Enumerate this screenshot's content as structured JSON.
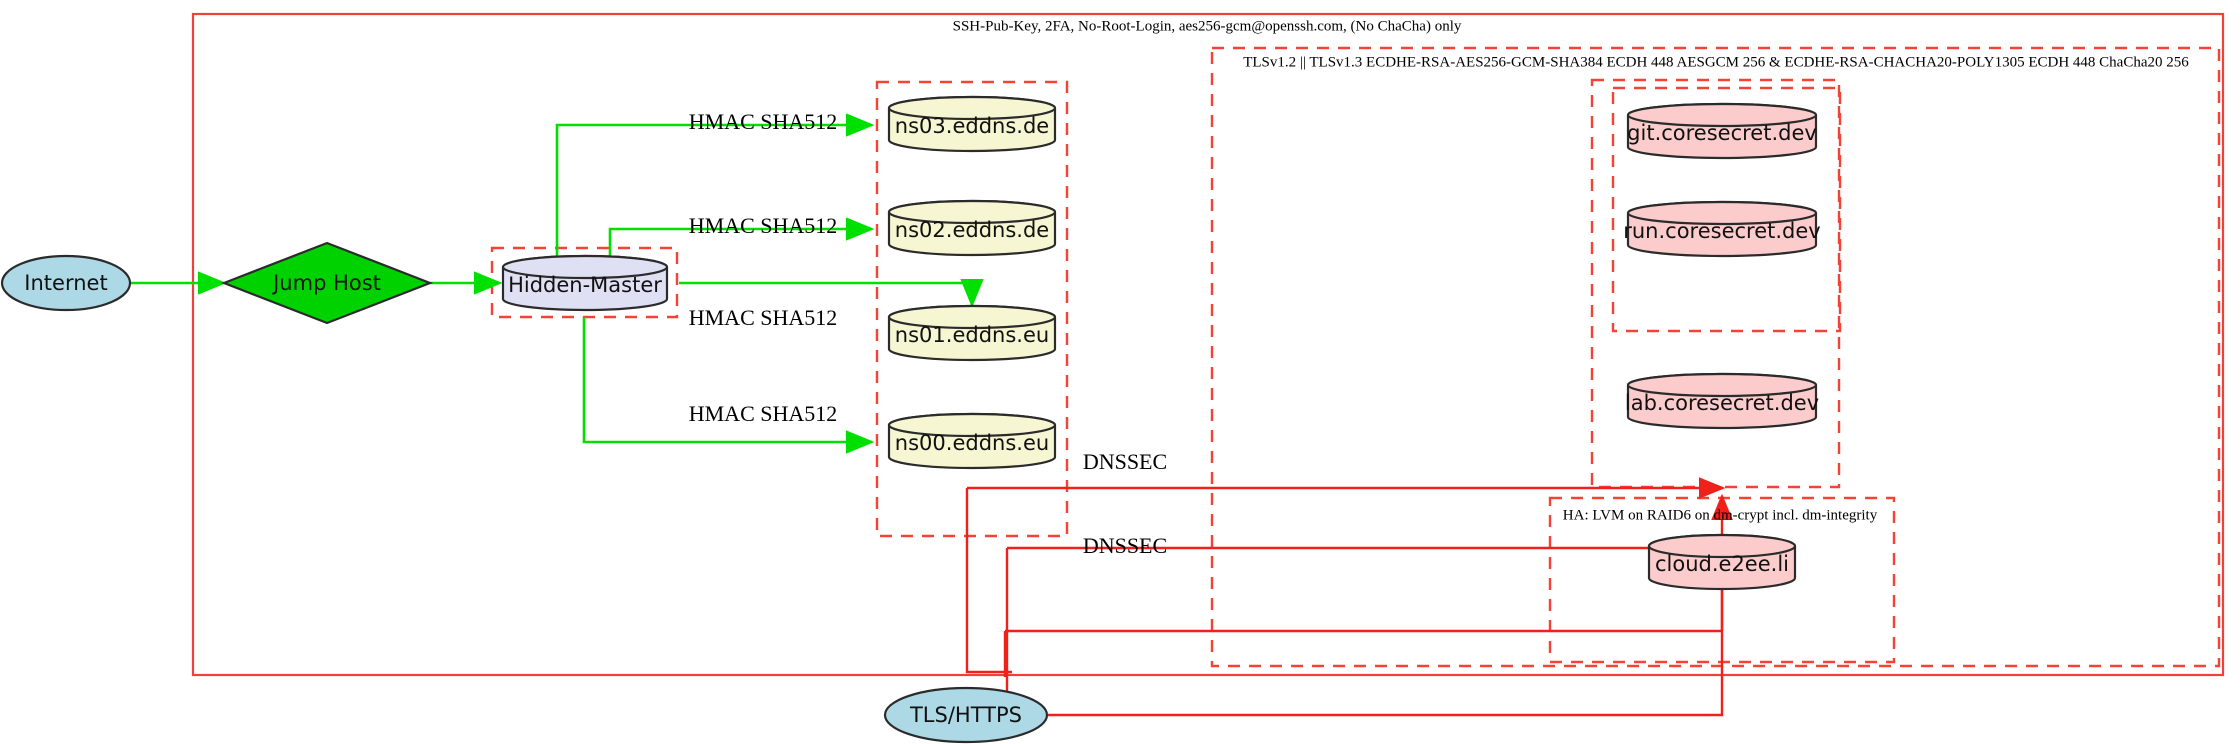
{
  "diagram": {
    "title_label": "SSH-Pub-Key, 2FA, No-Root-Login, aes256-gcm@openssh.com, (No ChaCha) only",
    "tls_cluster_label": "TLSv1.2 || TLSv1.3 ECDHE-RSA-AES256-GCM-SHA384 ECDH 448 AESGCM 256 & ECDHE-RSA-CHACHA20-POLY1305 ECDH 448 ChaCha20 256",
    "ha_cluster_label": "HA: LVM on RAID6 on dm-crypt incl. dm-integrity"
  },
  "nodes": {
    "internet": "Internet",
    "jump_host": "Jump Host",
    "hidden_master": "Hidden-Master",
    "ns03": "ns03.eddns.de",
    "ns02": "ns02.eddns.de",
    "ns01": "ns01.eddns.eu",
    "ns00": "ns00.eddns.eu",
    "git": "git.coresecret.dev",
    "run": "run.coresecret.dev",
    "lab": "lab.coresecret.dev",
    "cloud": "cloud.e2ee.li",
    "tls_https": "TLS/HTTPS"
  },
  "edges": {
    "hmac_ns03": "HMAC SHA512",
    "hmac_ns02": "HMAC SHA512",
    "hmac_ns01": "HMAC SHA512",
    "hmac_ns00": "HMAC SHA512",
    "dnssec_upper": "DNSSEC",
    "dnssec_lower": "DNSSEC"
  },
  "colors": {
    "internet_fill": "#add8e6",
    "jump_host_fill": "#00d200",
    "hidden_master_fill": "#e0e0f5",
    "ns_fill": "#f6f6d2",
    "app_fill": "#fccccc",
    "cluster_border": "#f44336",
    "green_edge": "#00e000",
    "red_edge": "#f0201a"
  }
}
